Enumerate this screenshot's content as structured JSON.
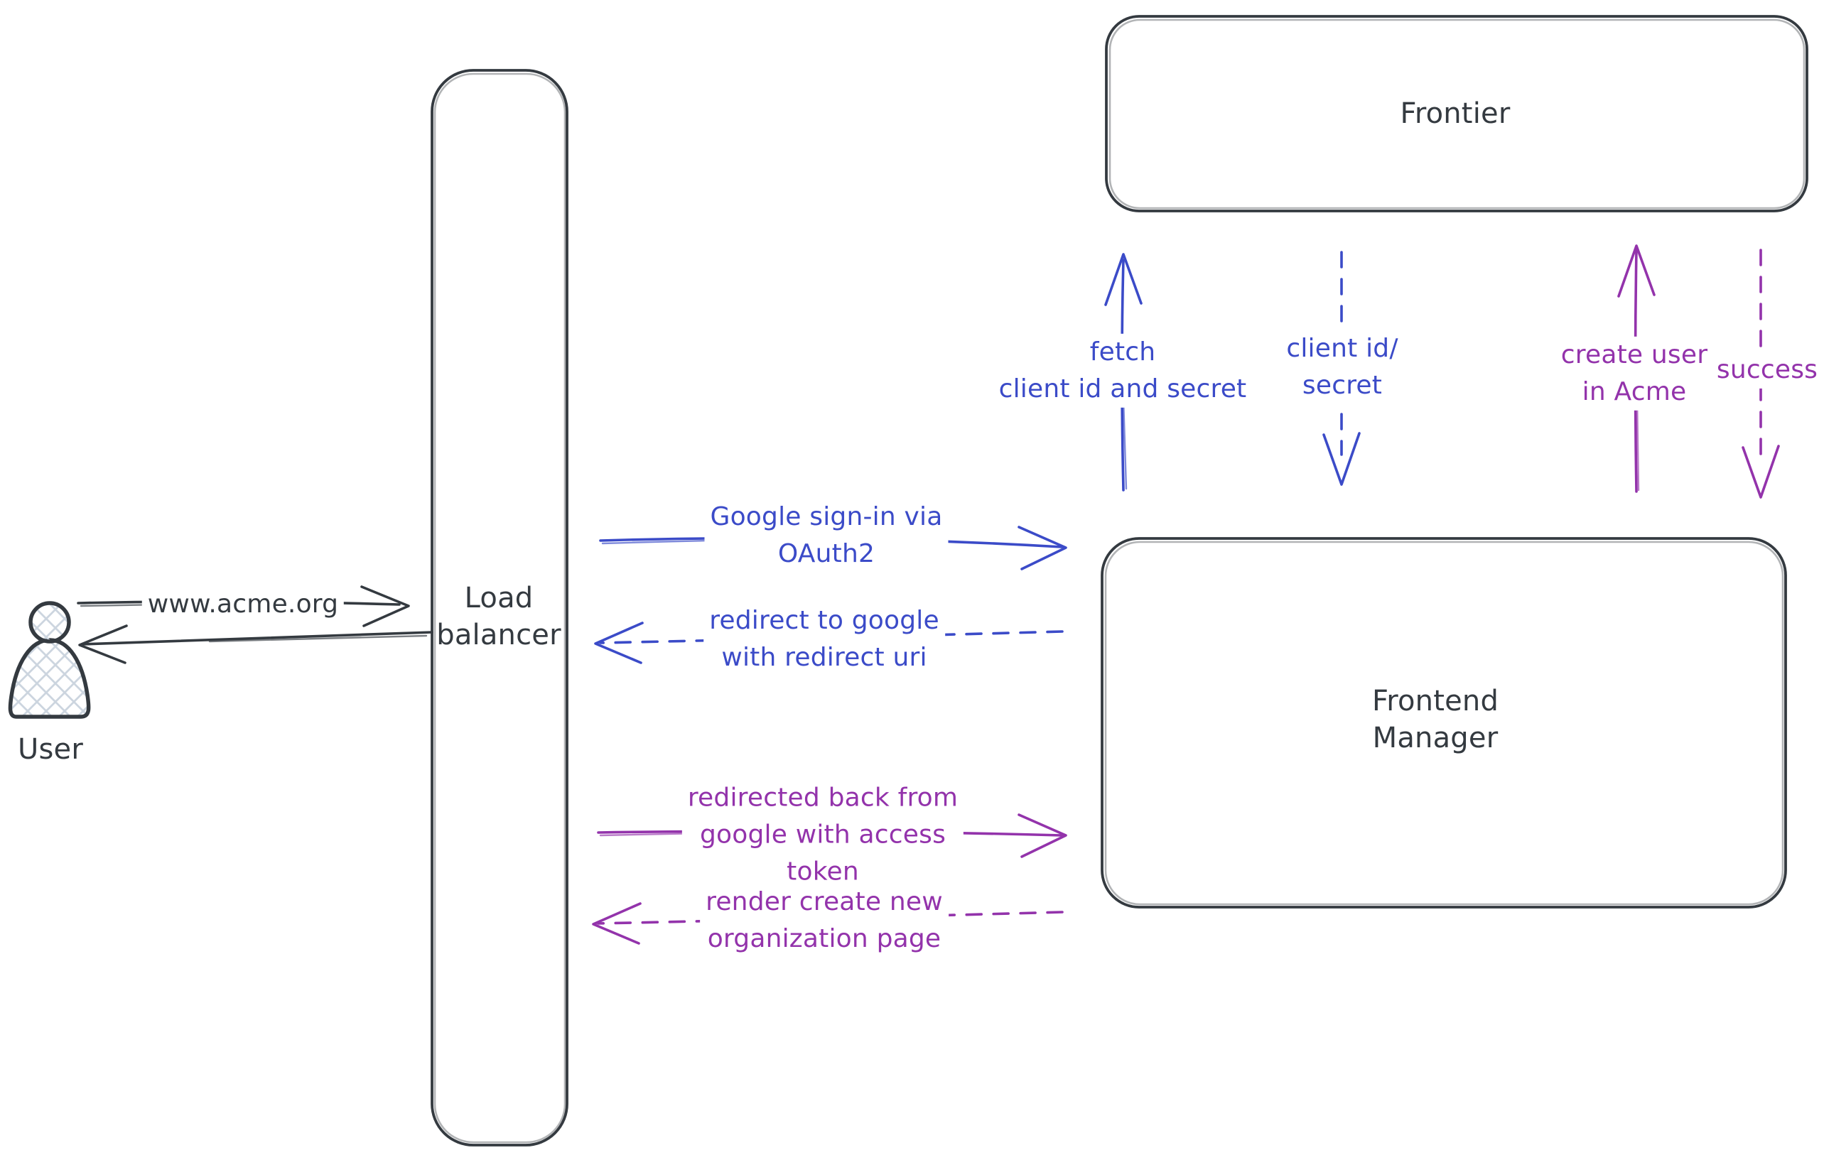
{
  "colors": {
    "ink": "#343a40",
    "blue": "#3b4bc8",
    "purple": "#9333ab",
    "hatch": "#ccd5df"
  },
  "nodes": {
    "user": {
      "label": "User"
    },
    "load_balancer": {
      "label": "Load\nbalancer"
    },
    "frontier": {
      "label": "Frontier"
    },
    "frontend_manager": {
      "label": "Frontend\nManager"
    }
  },
  "edges": {
    "www_request": {
      "label": "www.acme.org"
    },
    "google_signin": {
      "label": "Google sign-in via\nOAuth2"
    },
    "redirect_to_google": {
      "label": "redirect to google\nwith redirect uri"
    },
    "redirected_back": {
      "label": "redirected back from\ngoogle with access\ntoken"
    },
    "render_org_page": {
      "label": "render create new\norganization page"
    },
    "fetch_client_creds": {
      "label": "fetch\nclient id and secret"
    },
    "client_id_secret": {
      "label": "client id/\nsecret"
    },
    "create_user": {
      "label": "create user\nin Acme"
    },
    "success": {
      "label": "success"
    }
  }
}
